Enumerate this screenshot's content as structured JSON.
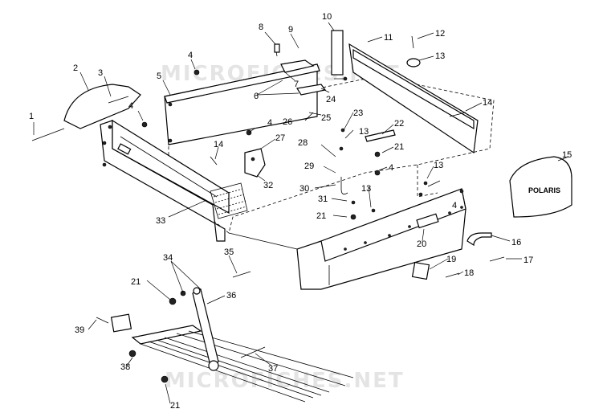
{
  "watermarks": {
    "top": "MICROFICHES.NET",
    "bottom": "MICROFICHES.NET"
  },
  "decal_text": "POLARIS",
  "callouts": [
    {
      "id": "c1",
      "text": "1"
    },
    {
      "id": "c2",
      "text": "2"
    },
    {
      "id": "c3",
      "text": "3"
    },
    {
      "id": "c4a",
      "text": "4"
    },
    {
      "id": "c4b",
      "text": "4"
    },
    {
      "id": "c4c",
      "text": "4"
    },
    {
      "id": "c4d",
      "text": "4"
    },
    {
      "id": "c4e",
      "text": "4"
    },
    {
      "id": "c5",
      "text": "5"
    },
    {
      "id": "c6",
      "text": "6"
    },
    {
      "id": "c7",
      "text": "7"
    },
    {
      "id": "c8",
      "text": "8"
    },
    {
      "id": "c9",
      "text": "9"
    },
    {
      "id": "c10",
      "text": "10"
    },
    {
      "id": "c11",
      "text": "11"
    },
    {
      "id": "c12",
      "text": "12"
    },
    {
      "id": "c13a",
      "text": "13"
    },
    {
      "id": "c13b",
      "text": "13"
    },
    {
      "id": "c13c",
      "text": "13"
    },
    {
      "id": "c13d",
      "text": "13"
    },
    {
      "id": "c14a",
      "text": "14"
    },
    {
      "id": "c14b",
      "text": "14"
    },
    {
      "id": "c15",
      "text": "15"
    },
    {
      "id": "c16",
      "text": "16"
    },
    {
      "id": "c17",
      "text": "17"
    },
    {
      "id": "c18",
      "text": "18"
    },
    {
      "id": "c19",
      "text": "19"
    },
    {
      "id": "c20",
      "text": "20"
    },
    {
      "id": "c21a",
      "text": "21"
    },
    {
      "id": "c21b",
      "text": "21"
    },
    {
      "id": "c21c",
      "text": "21"
    },
    {
      "id": "c21d",
      "text": "21"
    },
    {
      "id": "c22",
      "text": "22"
    },
    {
      "id": "c23",
      "text": "23"
    },
    {
      "id": "c24",
      "text": "24"
    },
    {
      "id": "c25",
      "text": "25"
    },
    {
      "id": "c26",
      "text": "26"
    },
    {
      "id": "c27",
      "text": "27"
    },
    {
      "id": "c28",
      "text": "28"
    },
    {
      "id": "c29",
      "text": "29"
    },
    {
      "id": "c30",
      "text": "30"
    },
    {
      "id": "c31",
      "text": "31"
    },
    {
      "id": "c32",
      "text": "32"
    },
    {
      "id": "c33",
      "text": "33"
    },
    {
      "id": "c34",
      "text": "34"
    },
    {
      "id": "c35",
      "text": "35"
    },
    {
      "id": "c36",
      "text": "36"
    },
    {
      "id": "c37",
      "text": "37"
    },
    {
      "id": "c38",
      "text": "38"
    },
    {
      "id": "c39",
      "text": "39"
    }
  ]
}
